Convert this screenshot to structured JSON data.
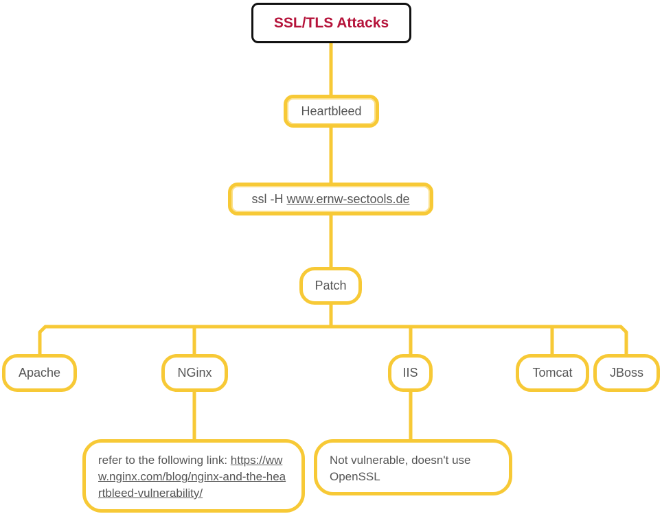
{
  "root": {
    "label": "SSL/TLS Attacks"
  },
  "heartbleed": {
    "label": "Heartbleed"
  },
  "ssl_command": {
    "prefix": "ssl -H ",
    "link": "www.ernw-sectools.de"
  },
  "patch": {
    "label": "Patch"
  },
  "servers": {
    "apache": "Apache",
    "nginx": "NGinx",
    "iis": "IIS",
    "tomcat": "Tomcat",
    "jboss": "JBoss"
  },
  "nginx_note": {
    "prefix": "refer to the following link: ",
    "link": "https://www.nginx.com/blog/nginx-and-the-heartbleed-vulnerability/"
  },
  "iis_note": {
    "text": "Not vulnerable, doesn't use OpenSSL"
  },
  "colors": {
    "connector": "#f7c936",
    "root_text": "#b5133a",
    "node_text": "#555555"
  }
}
